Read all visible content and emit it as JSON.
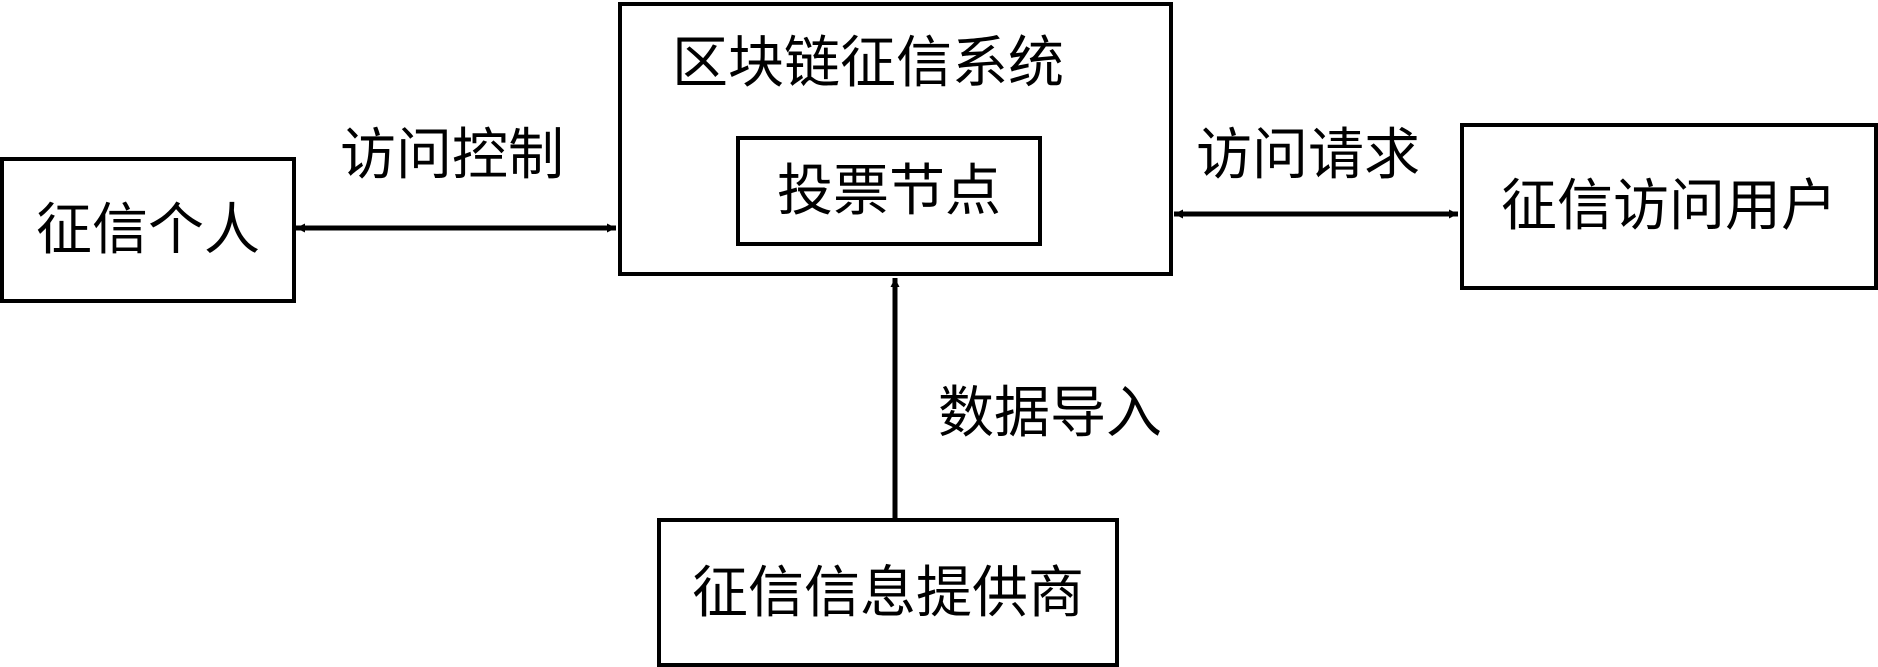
{
  "nodes": {
    "blockchain_system": "区块链征信系统",
    "voting_node": "投票节点",
    "individual": "征信个人",
    "access_user": "征信访问用户",
    "info_provider": "征信信息提供商"
  },
  "edges": {
    "access_control": "访问控制",
    "access_request": "访问请求",
    "data_import": "数据导入"
  }
}
